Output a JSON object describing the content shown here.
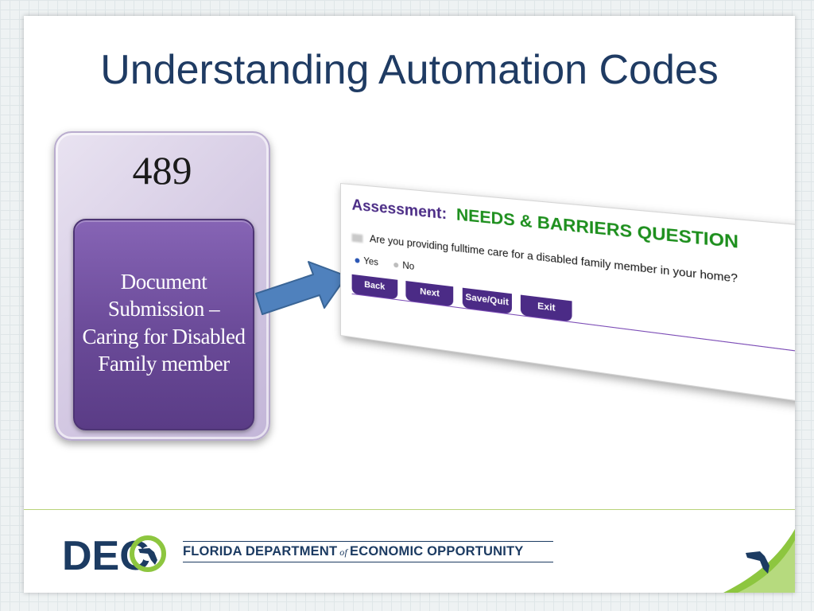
{
  "slide": {
    "title": "Understanding Automation Codes"
  },
  "code_card": {
    "number": "489",
    "description_lines": [
      "Document",
      "Submission –",
      "Caring for Disabled",
      "Family member"
    ]
  },
  "screenshot": {
    "header_label": "Assessment:",
    "header_value": "NEEDS & BARRIERS QUESTION",
    "question": "Are you providing fulltime care for a disabled family member in your home?",
    "options": [
      {
        "label": "Yes",
        "selected": true
      },
      {
        "label": "No",
        "selected": false
      }
    ],
    "buttons": [
      "Back",
      "Next",
      "Save/Quit",
      "Exit"
    ]
  },
  "footer": {
    "logo_letters": "DEO",
    "department_before": "FLORIDA DEPARTMENT",
    "department_of": "of",
    "department_after": "ECONOMIC OPPORTUNITY"
  },
  "colors": {
    "title": "#1f3b63",
    "card_purple": "#6a4a98",
    "assessment_label": "#4b2c86",
    "assessment_value": "#1d8f1d",
    "arrow_fill": "#4f81bd",
    "logo_navy": "#1c3b62",
    "logo_green": "#8dc63f"
  },
  "icons": {
    "arrow": "right-arrow-icon",
    "logo": "deo-logo",
    "florida": "florida-map-icon"
  }
}
